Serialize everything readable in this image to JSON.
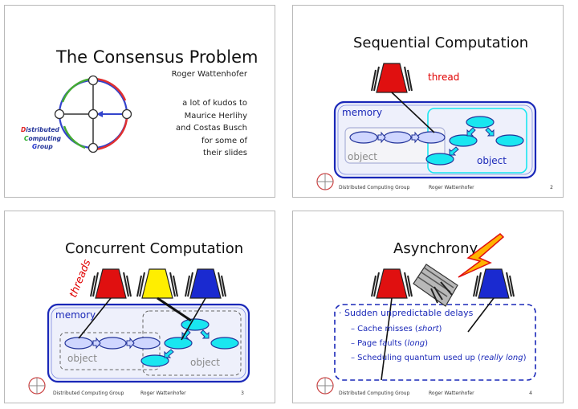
{
  "slide1": {
    "title": "The Consensus Problem",
    "author": "Roger Wattenhofer",
    "kudos": [
      "a lot of kudos to",
      "Maurice Herlihy",
      "and Costas Busch",
      "for some of",
      "their slides"
    ],
    "logo_lines": [
      {
        "first": "D",
        "rest": "istributed"
      },
      {
        "first": "C",
        "rest": "omputing"
      },
      {
        "first": "G",
        "rest": "roup"
      }
    ]
  },
  "slide2": {
    "title": "Sequential Computation",
    "thread_label": "thread",
    "memory_label": "memory",
    "object_left": "object",
    "object_right": "object",
    "footer_group": "Distributed Computing Group",
    "footer_author": "Roger Wattenhofer",
    "page": "2"
  },
  "slide3": {
    "title": "Concurrent Computation",
    "threads_label": "threads",
    "memory_label": "memory",
    "object_left": "object",
    "object_right": "object",
    "footer_group": "Distributed Computing Group",
    "footer_author": "Roger Wattenhofer",
    "page": "3"
  },
  "slide4": {
    "title": "Asynchrony",
    "bullet": "Sudden unpredictable delays",
    "sub1_pre": "– Cache misses (",
    "sub1_em": "short",
    "sub1_post": ")",
    "sub2_pre": "– Page faults (",
    "sub2_em": "long",
    "sub2_post": ")",
    "sub3_pre": "– Scheduling quantum used up (",
    "sub3_em": "really long",
    "sub3_post": ")",
    "footer_group": "Distributed Computing Group",
    "footer_author": "Roger Wattenhofer",
    "page": "4"
  },
  "colors": {
    "thread_red": "#e01010",
    "thread_yellow": "#ffee00",
    "thread_blue": "#1a2ad0",
    "memory_border": "#1a28b8",
    "memory_fill": "#eef0fb",
    "node_fill": "#cfd6ff",
    "cyan_node": "#19e6f0",
    "accent_red": "#e00000"
  }
}
